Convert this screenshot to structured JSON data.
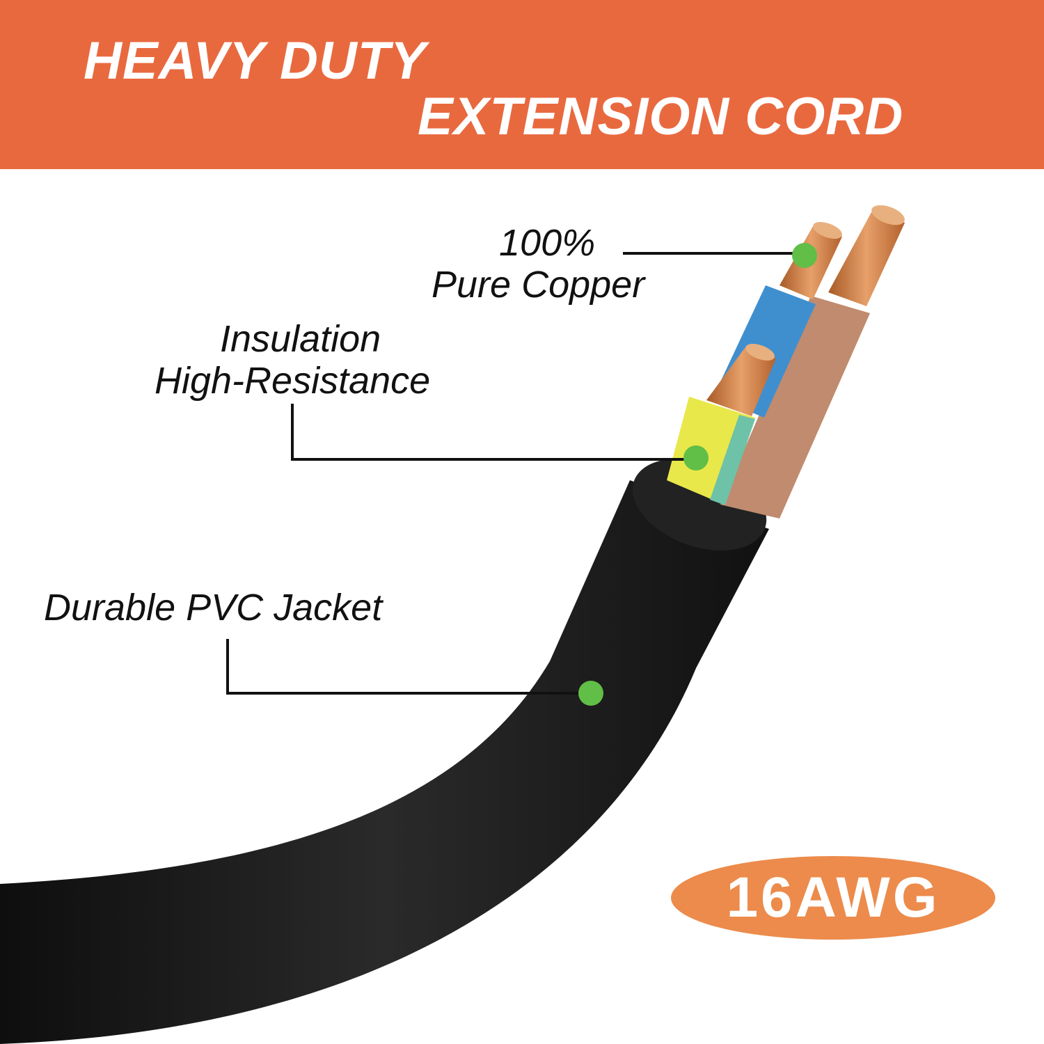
{
  "banner": {
    "line1": "HEAVY DUTY",
    "line2": "EXTENSION CORD",
    "color": "#E9693F"
  },
  "callouts": {
    "copper": {
      "line1": "100%",
      "line2": "Pure Copper"
    },
    "insulation": {
      "line1": "Insulation",
      "line2": "High-Resistance"
    },
    "jacket": {
      "text": "Durable PVC Jacket"
    }
  },
  "badge": {
    "text": "16AWG",
    "color": "#EC8B4B"
  },
  "colors": {
    "marker": "#61BE47",
    "jacket": "#1A1A1A",
    "blue_wire": "#3F8FCF",
    "brown_wire": "#C08B6E",
    "yellow_wire": "#E8E84A",
    "copper": "#C9773F"
  },
  "icons": [
    "green-marker-dot",
    "leader-line"
  ]
}
